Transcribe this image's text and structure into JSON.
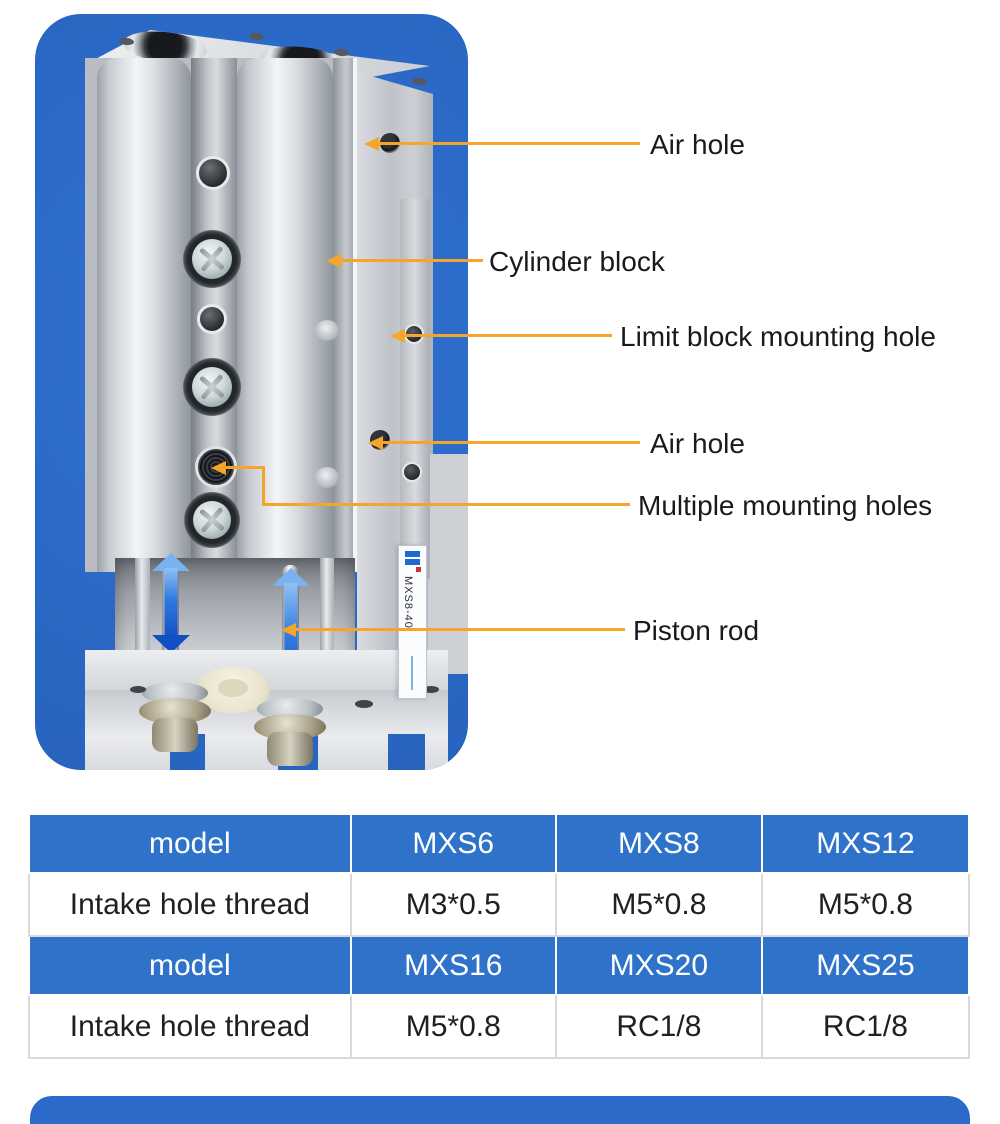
{
  "callouts": [
    {
      "label": "Air hole"
    },
    {
      "label": "Cylinder block"
    },
    {
      "label": "Limit block mounting hole"
    },
    {
      "label": "Air hole"
    },
    {
      "label": "Multiple mounting holes"
    },
    {
      "label": "Piston rod"
    }
  ],
  "sticker": {
    "model": "MXS8-40"
  },
  "spec_table": {
    "rows": [
      {
        "cells": [
          "model",
          "MXS6",
          "MXS8",
          "MXS12"
        ]
      },
      {
        "cells": [
          "Intake hole thread",
          "M3*0.5",
          "M5*0.8",
          "M5*0.8"
        ]
      },
      {
        "cells": [
          "model",
          "MXS16",
          "MXS20",
          "MXS25"
        ]
      },
      {
        "cells": [
          "Intake hole thread",
          "M5*0.8",
          "RC1/8",
          "RC1/8"
        ]
      }
    ]
  },
  "colors": {
    "panel_blue": "#2b6ac8",
    "table_blue": "#2e73c9",
    "accent_orange": "#f6a52b",
    "stroke_arrow_blue": "#1150c4"
  }
}
